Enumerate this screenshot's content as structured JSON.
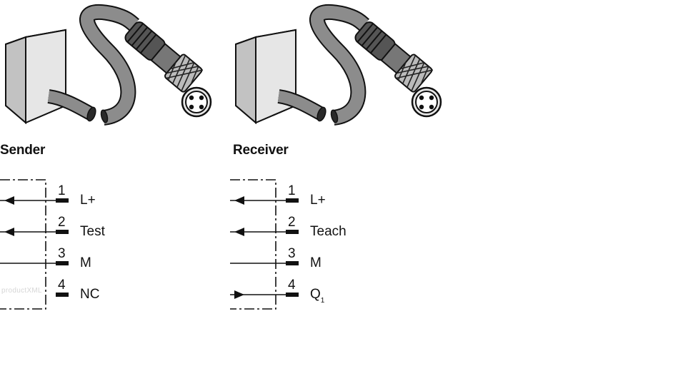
{
  "sender": {
    "title": "Sender",
    "pins": [
      {
        "number": "1",
        "label": "L+",
        "signal": "in"
      },
      {
        "number": "2",
        "label": "Test",
        "signal": "in"
      },
      {
        "number": "3",
        "label": "M",
        "signal": "none"
      },
      {
        "number": "4",
        "label": "NC",
        "signal": "none"
      }
    ]
  },
  "receiver": {
    "title": "Receiver",
    "pins": [
      {
        "number": "1",
        "label": "L+",
        "signal": "in"
      },
      {
        "number": "2",
        "label": "Teach",
        "signal": "in"
      },
      {
        "number": "3",
        "label": "M",
        "signal": "none"
      },
      {
        "number": "4",
        "label": "Q",
        "label_sub": "1",
        "signal": "out"
      }
    ]
  },
  "watermark": "productXML"
}
